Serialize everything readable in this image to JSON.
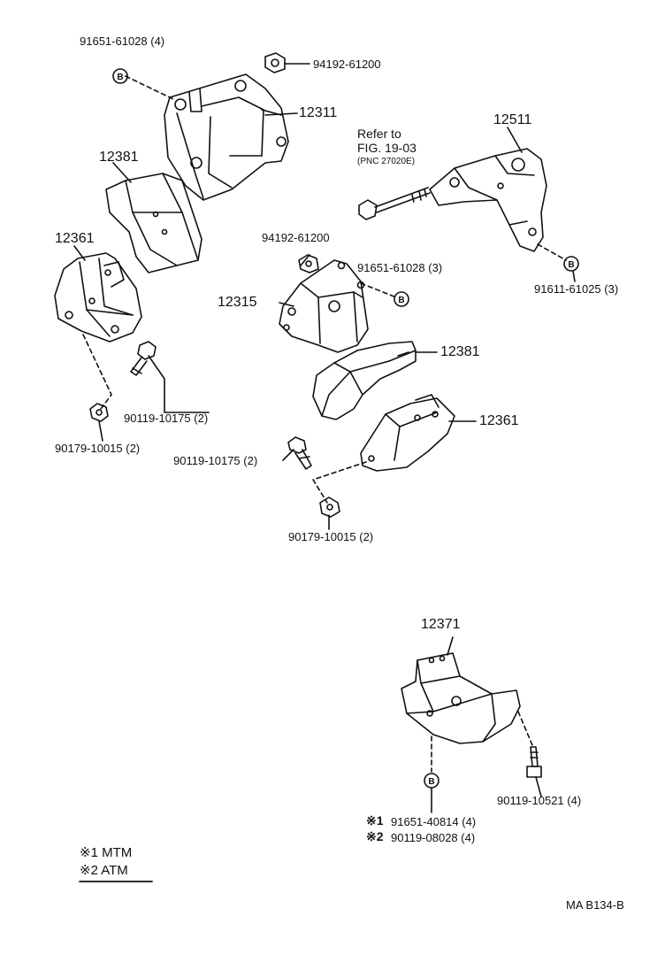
{
  "part_labels": {
    "bolt_91651_top": "91651-61028 (4)",
    "nut_94192_top": "94192-61200",
    "bracket_12311": "12311",
    "insulator_12381_left": "12381",
    "insulator_12361_left": "12361",
    "bolt_90119_left": "90119-10175 (2)",
    "nut_90179_left": "90179-10015 (2)",
    "nut_94192_mid": "94192-61200",
    "bolt_91651_mid": "91651-61028 (3)",
    "bracket_12315": "12315",
    "insulator_12381_right": "12381",
    "insulator_12361_right": "12361",
    "bolt_90119_mid": "90119-10175 (2)",
    "nut_90179_mid": "90179-10015 (2)",
    "bracket_12511": "12511",
    "bolt_91611": "91611-61025 (3)",
    "mount_12371": "12371",
    "bolt_90119_10521": "90119-10521 (4)",
    "note1_part": "91651-40814 (4)",
    "note2_part": "90119-08028 (4)"
  },
  "refer": {
    "line1": "Refer to",
    "line2": "FIG. 19-03",
    "line3": "(PNC 27020E)"
  },
  "callout_letter": "B",
  "note_marks": {
    "mark1": "※1",
    "mark2": "※2"
  },
  "legend": {
    "item1": "※1 MTM",
    "item2": "※2 ATM"
  },
  "figure_code": "MA  B134-B"
}
